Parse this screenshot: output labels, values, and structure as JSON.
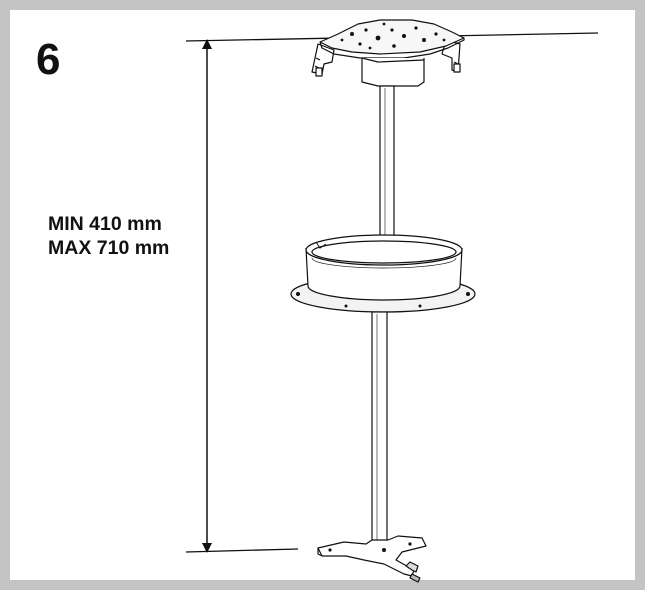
{
  "step": {
    "number": "6"
  },
  "dimension": {
    "min_label": "MIN 410 mm",
    "max_label": "MAX 710 mm"
  },
  "colors": {
    "frame": "#c4c4c4",
    "line": "#111111",
    "background": "#ffffff"
  }
}
